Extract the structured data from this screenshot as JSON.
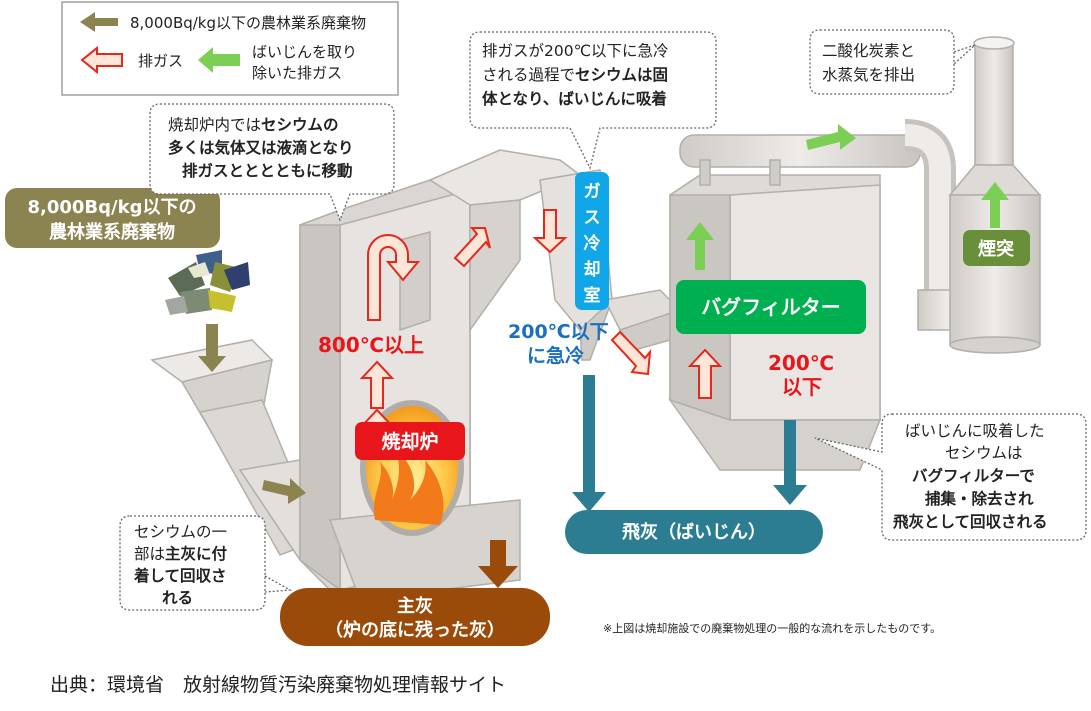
{
  "legend": {
    "item1": "8,000Bq/kg以下の農林業系廃棄物",
    "item2": "排ガス",
    "item3_line1": "ばいじんを取り",
    "item3_line2": "除いた排ガス"
  },
  "labels": {
    "waste_line1": "8,000Bq/kg以下の",
    "waste_line2": "農林業系廃棄物",
    "incinerator": "焼却炉",
    "temp_800": "800℃以上",
    "gas_cooler": [
      "ガ",
      "ス",
      "冷",
      "却",
      "室"
    ],
    "cool_line1": "200℃以下",
    "cool_line2": "に急冷",
    "bag_filter": "バグフィルター",
    "temp_200_line1": "200℃",
    "temp_200_line2": "以下",
    "chimney": "煙突",
    "fly_ash": "飛灰（ばいじん）",
    "main_ash_line1": "主灰",
    "main_ash_line2": "（炉の底に残った灰）"
  },
  "callouts": {
    "furnace_1a": "焼却炉内では",
    "furnace_1b": "セシウムの",
    "furnace_2": "多くは気体又は液滴となり",
    "furnace_3": "排ガスとととともに移動",
    "cool_1": "排ガスが200℃以下に急冷",
    "cool_2a": "される過程で",
    "cool_2b": "セシウムは固",
    "cool_3": "体となり、ばいじんに吸着",
    "chimney_1": "二酸化炭素と",
    "chimney_2": "水蒸気を排出",
    "ash_1": "セシウムの一",
    "ash_2a": "部は",
    "ash_2b": "主灰に付",
    "ash_3": "着して回収さ",
    "ash_4": "れる",
    "fly_1": "ばいじんに吸着した",
    "fly_2": "セシウムは",
    "fly_3": "バグフィルターで",
    "fly_4": "捕集・除去され",
    "fly_5": "飛灰として回収される"
  },
  "note": "※上図は焼却施設での廃棄物処理の一般的な流れを示したものです。",
  "source": "出典：環境省　放射線物質汚染廃棄物処理情報サイト",
  "colors": {
    "waste_olive": "#8b8450",
    "gas_red": "#e8261a",
    "clean_green": "#7ccf55",
    "filter_green": "#00b050",
    "cooler_blue": "#10a6e8",
    "ash_brown": "#9a4b0a",
    "flyash_teal": "#2d7d92",
    "machine_gray": "#d9d6d3"
  }
}
